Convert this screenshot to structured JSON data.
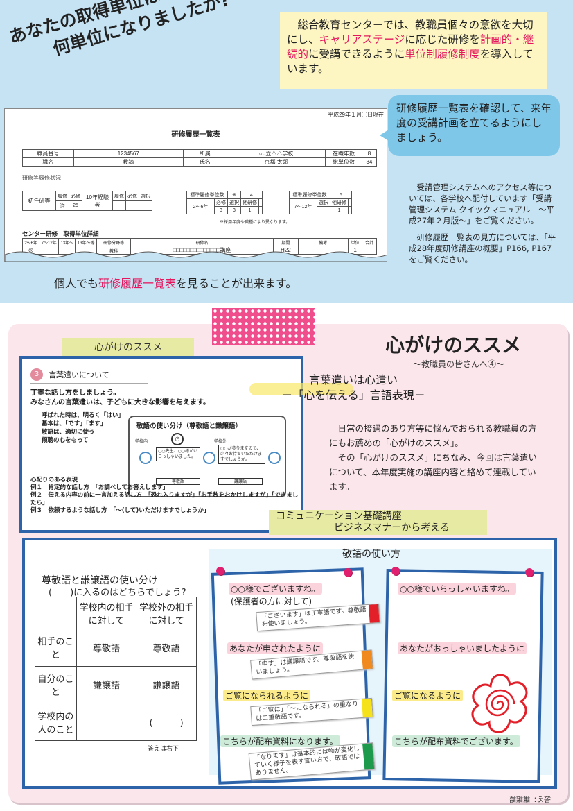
{
  "top": {
    "headline_line1": "あなたの取得単位は",
    "headline_line2": "何単位になりましたか?",
    "intro_parts": [
      "　総合教育センターでは、教職員個々の意欲を大切にし、",
      "キャリアステージ",
      "に応じた研修を",
      "計画的・継続的",
      "に受講できるように",
      "単位制履修制度",
      "を導入しています。"
    ],
    "bubble": "研修履歴一覧表を確認して、来年度の受講計画を立てるようにしましょう。",
    "caption_pre": "個人でも",
    "caption_red": "研修履歴一覧表",
    "caption_post": "を見ることが出来ます。",
    "side_note_1": "受講管理システムへのアクセス等については、各学校へ配付しています「受講管理システム クイックマニュアル　～平成27年２月版～」をご覧ください。",
    "side_note_2": "研修履歴一覧表の見方については、「平成28年度研修講座の概要」P166, P167をご覧ください。"
  },
  "doc": {
    "date": "平成29年１月◯日現在",
    "title": "研修履歴一覧表",
    "info_rows": [
      [
        "職員番号",
        "1234567",
        "所属",
        "○○立△△学校",
        "在職年数",
        "8"
      ],
      [
        "職名",
        "教諭",
        "氏名",
        "京都 太郎",
        "総単位数",
        "34"
      ]
    ],
    "section": "研修等履修状況",
    "shoninsha": "初任研等",
    "rishu": "履修",
    "hisshu": "必修",
    "sentaku": "選択",
    "zumi": "済",
    "v25": "25",
    "keiken10": "10年経験者",
    "std_units": "標準履修単位数",
    "kome": "※",
    "v4": "4",
    "y2_6": "2～6年",
    "v3a": "3",
    "v3b": "3",
    "v1a": "1",
    "other": "他研修",
    "v5": "5",
    "y7_12": "7～12年",
    "v1b": "1",
    "footnote": "※採用年度や職種により異なります。",
    "center_title": "センター研修　取得単位詳細",
    "detail_headers": [
      "2～6年",
      "7～12年",
      "13年～",
      "13年～等",
      "研修分野等",
      "研修名",
      "期間",
      "備考",
      "単位",
      "合計"
    ],
    "detail_mark": "◎",
    "detail_name": "□□□□□□□□□□□□□□講座",
    "detail_period": "H22",
    "detail_unit": "1",
    "detail_field": "教科"
  },
  "kokoro": {
    "tab": "心がけのススメ",
    "title": "心がけのススメ",
    "subtitle": "～教職員の皆さんへ④～",
    "kotoba_line1": "言葉遣いは心遣い",
    "kotoba_line2": "－「心を伝える」言語表現－",
    "desc_1": "日常の接遇のあり方等に悩んでおられる教職員の方にもお薦めの「心がけのススメ」。",
    "desc_2": "その「心がけのススメ」にちなみ、今回は言葉遣いについて、本年度実施の講座内容と絡めて連載しています。"
  },
  "mini": {
    "num": "3",
    "title": "言葉遣いについて",
    "bold_1": "丁寧な話し方をしましょう。",
    "bold_2": "みなさんの言葉遣いは、子どもに大きな影響を与えます。",
    "list_1": "呼ばれた時は、明るく「はい」",
    "list_2": "基本は、「です」「ます」",
    "list_3": "敬語は、適切に使う",
    "list_4": "傾聴の心をもって",
    "card_title": "敬語の使い分け（尊敬語と謙譲語）",
    "school_in": "学校内",
    "school_out": "学校外",
    "bubble_in": "○○先生、○○様がいらっしゃいました。",
    "bubble_out": "○○が参りますので、少々お待ちいただけますでしょうか。",
    "arrow_left": "尊敬語",
    "arrow_right": "謙譲語",
    "kubari_title": "心配りのある表現",
    "kubari_1": "例１　肯定的な話し方　「お調べしてお答えします」",
    "kubari_2": "例２　伝える内容の前に一言加える話し方　「恐れ入りますが」「お手数をおかけしますが」「できましたら」",
    "kubari_3": "例３　依頼するような話し方　「～(して)いただけますでしょうか」"
  },
  "comm": {
    "line1": "コミュニケーション基礎講座",
    "line2": "－ビジネスマナーから考える－"
  },
  "quiz": {
    "title": "尊敬語と謙譲語の使い分け",
    "sub": "(　　)に入るのはどちらでしょう?",
    "col_headers": [
      "",
      "学校内の相手に対して",
      "学校外の相手に対して"
    ],
    "rows": [
      [
        "相手のこと",
        "尊敬語",
        "尊敬語"
      ],
      [
        "自分のこと",
        "謙譲語",
        "謙譲語"
      ],
      [
        "学校内の人のこと",
        "——",
        "(　　　)"
      ]
    ],
    "answer_note": "答えは右下"
  },
  "keigo": {
    "title": "敬語の使い方",
    "left": [
      "○○様でございますね。",
      "(保護者の方に対して)",
      "あなたが申されたように",
      "ご覧になられるように",
      "こちらが配布資料になります。"
    ],
    "slips": [
      "「ございます」は丁寧語です。尊敬語を使いましょう。",
      "「申す」は謙譲語です。尊敬語を使いましょう。",
      "「ご覧に」「～になられる」の重なりは二重敬語です。",
      "「なります」は基本的には物が変化していく様子を表す言い方で、敬語ではありません。"
    ],
    "slip_colors": [
      "#e3202a",
      "#f08a1e",
      "#f5e21a",
      "#1e9a4c"
    ],
    "right": [
      "○○様でいらっしゃいますね。",
      "あなたがおっしゃいましたように",
      "ご覧になるように",
      "こちらが配布資料でございます。"
    ]
  },
  "credit": "答え：謙譲語"
}
